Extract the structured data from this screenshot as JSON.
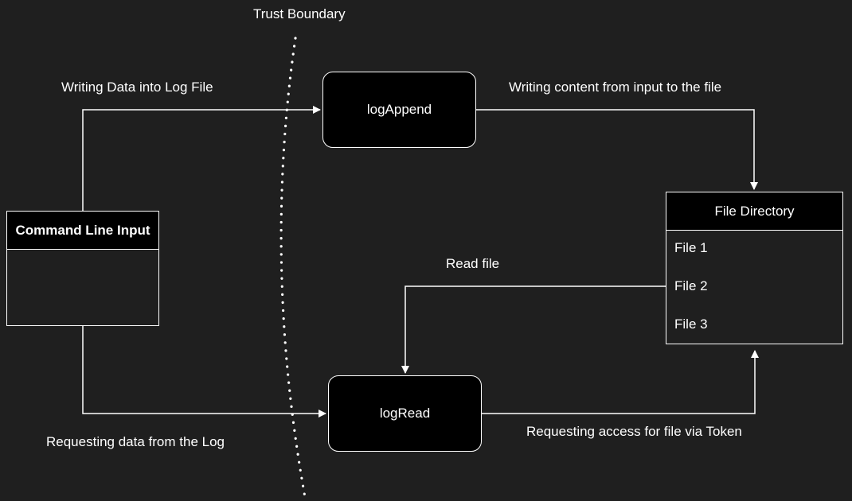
{
  "diagram": {
    "trust_boundary_label": "Trust Boundary",
    "command_line_input": {
      "title": "Command Line Input"
    },
    "log_append": {
      "label": "logAppend"
    },
    "log_read": {
      "label": "logRead"
    },
    "file_directory": {
      "title": "File Directory",
      "files": [
        "File 1",
        "File 2",
        "File 3"
      ]
    },
    "flows": {
      "write_to_log": "Writing Data into Log File",
      "write_content": "Writing content from input to the file",
      "read_file": "Read file",
      "request_from_log": "Requesting data from the Log",
      "request_access": "Requesting access for file via Token"
    }
  }
}
